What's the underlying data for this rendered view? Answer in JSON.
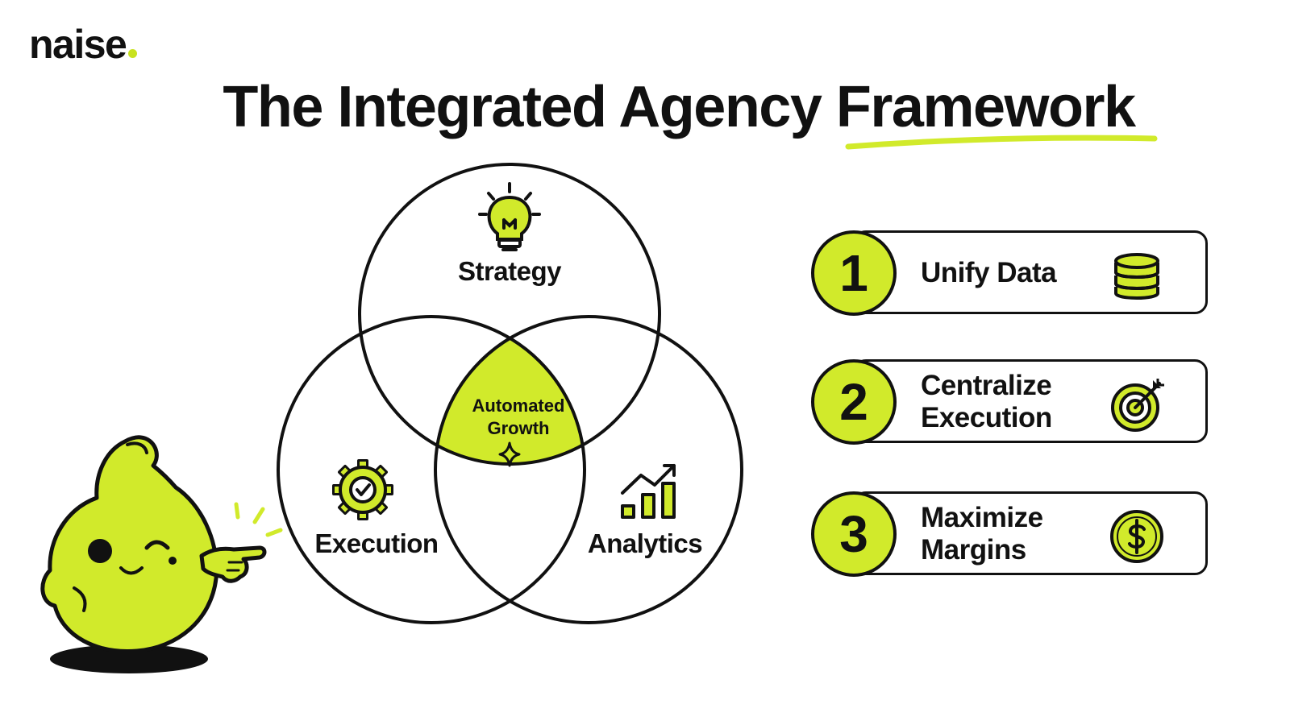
{
  "brand": {
    "name": "naise"
  },
  "title": "The Integrated Agency Framework",
  "venn": {
    "top": "Strategy",
    "left": "Execution",
    "right": "Analytics",
    "center_line1": "Automated",
    "center_line2": "Growth"
  },
  "steps": [
    {
      "number": "1",
      "label_line1": "Unify Data",
      "label_line2": "",
      "icon": "database-icon"
    },
    {
      "number": "2",
      "label_line1": "Centralize",
      "label_line2": "Execution",
      "icon": "target-icon"
    },
    {
      "number": "3",
      "label_line1": "Maximize",
      "label_line2": "Margins",
      "icon": "dollar-coin-icon"
    }
  ],
  "colors": {
    "accent": "#d1ea2b",
    "ink": "#111111",
    "background": "#ffffff"
  }
}
